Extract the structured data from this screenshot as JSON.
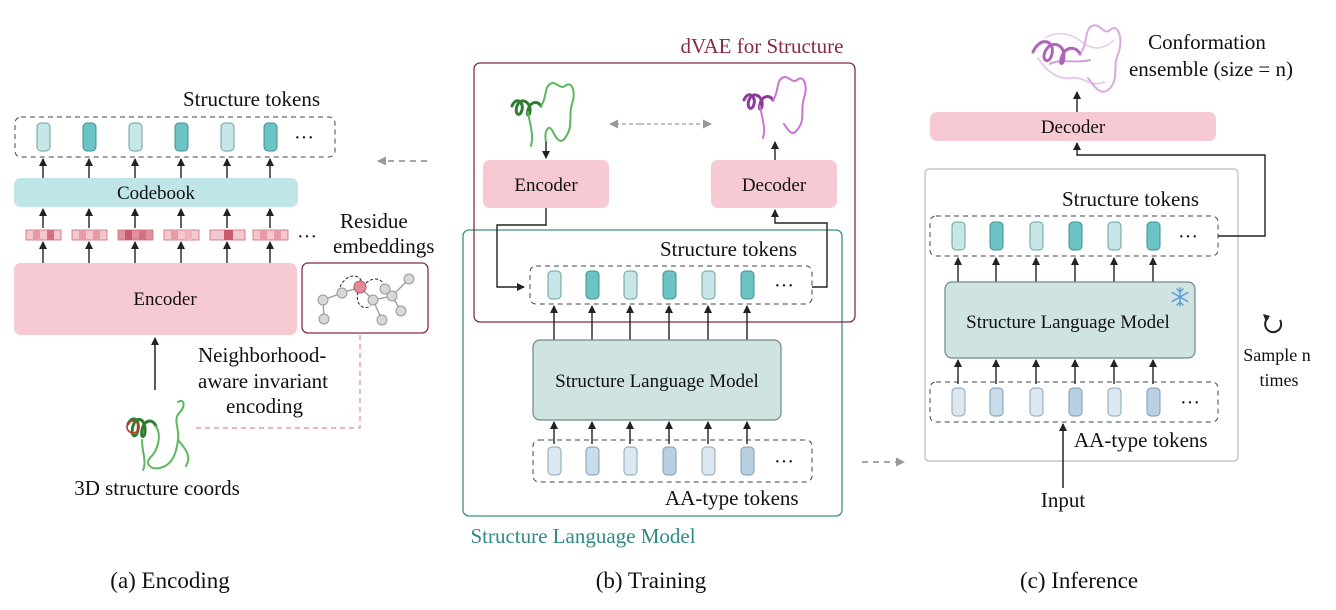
{
  "panels": {
    "encoding": {
      "caption": "(a) Encoding",
      "structure_tokens_label": "Structure tokens",
      "codebook_label": "Codebook",
      "residue_label_line1": "Residue",
      "residue_label_line2": "embeddings",
      "encoder_label": "Encoder",
      "nbhd_line1": "Neighborhood-",
      "nbhd_line2": "aware invariant",
      "nbhd_line3": "encoding",
      "coords_label": "3D structure coords",
      "ellipsis": "···"
    },
    "training": {
      "caption": "(b) Training",
      "dvae_title": "dVAE for Structure",
      "encoder_label": "Encoder",
      "decoder_label": "Decoder",
      "structure_tokens_label": "Structure tokens",
      "slm_label": "Structure Language Model",
      "aa_tokens_label": "AA-type tokens",
      "slm_box_title": "Structure Language Model",
      "ellipsis": "···"
    },
    "inference": {
      "caption": "(c) Inference",
      "conformation_line1": "Conformation",
      "conformation_line2": "ensemble (size = n)",
      "decoder_label": "Decoder",
      "structure_tokens_label": "Structure tokens",
      "slm_label": "Structure Language Model",
      "aa_tokens_label": "AA-type tokens",
      "input_label": "Input",
      "sample_line1": "Sample n",
      "sample_line2": "times",
      "ellipsis": "···"
    }
  },
  "colors": {
    "token_light": "#c7e6e6",
    "token_dark": "#6cc3c3",
    "aa_token": "#c9dcea",
    "pink_box": "#f6c9d3",
    "codebook": "#bfe5e8",
    "slm_box": "#cfe3e1",
    "dvae_border": "#8a2848",
    "slm_border": "#3a8f8a",
    "dvae_text": "#8a2848",
    "slm_text": "#2f8a84"
  },
  "icons": [
    "snowflake-icon",
    "rotate-icon",
    "protein-structure-icon"
  ]
}
